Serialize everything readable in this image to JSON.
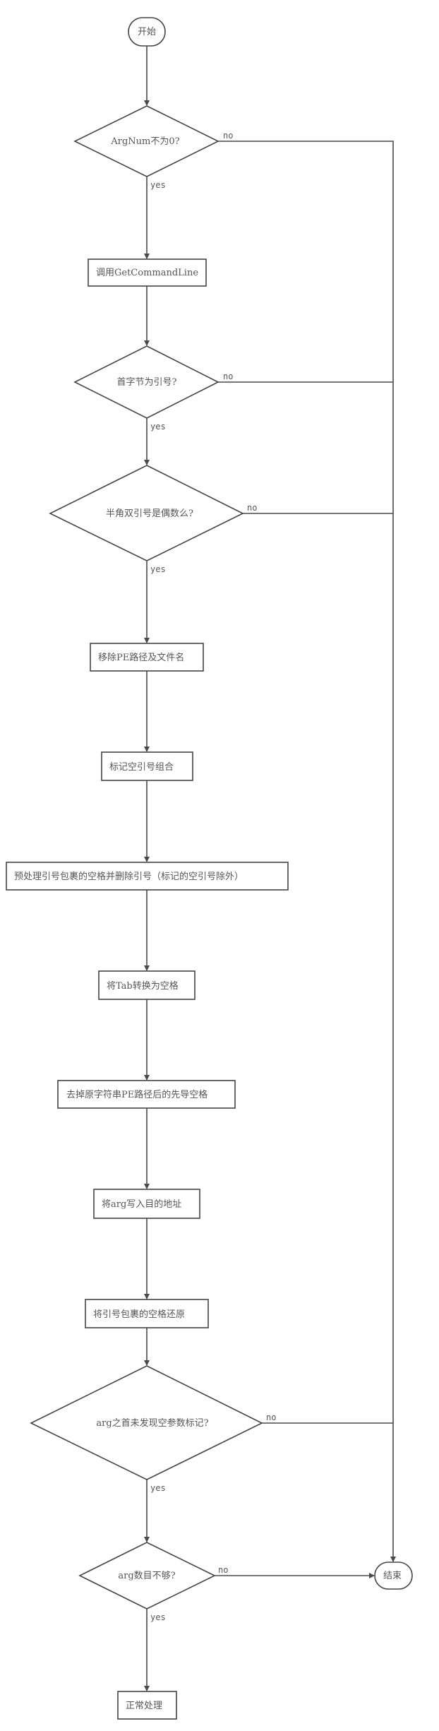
{
  "flowchart": {
    "start": "开始",
    "end": "结束",
    "decision_argnum": "ArgNum不为0?",
    "step_getcommandline": "调用GetCommandLine",
    "decision_first_byte": "首字节为引号?",
    "decision_quotes_even": "半角双引号是偶数么?",
    "step_remove_pe_path": "移除PE路径及文件名",
    "step_mark_empty_quotes": "标记空引号组合",
    "step_preprocess_spaces": "预处理引号包裹的空格并删除引号（标记的空引号除外）",
    "step_tab_to_space": "将Tab转换为空格",
    "step_trim_leading": "去掉原字符串PE路径后的先导空格",
    "step_write_arg": "将arg写入目的地址",
    "step_restore_spaces": "将引号包裹的空格还原",
    "decision_no_empty_marker": "arg之首未发现空参数标记?",
    "decision_arg_count": "arg数目不够?",
    "step_normal": "正常处理",
    "yes": "yes",
    "no": "no"
  },
  "colors": {
    "stroke": "#444444",
    "text": "#555555"
  }
}
